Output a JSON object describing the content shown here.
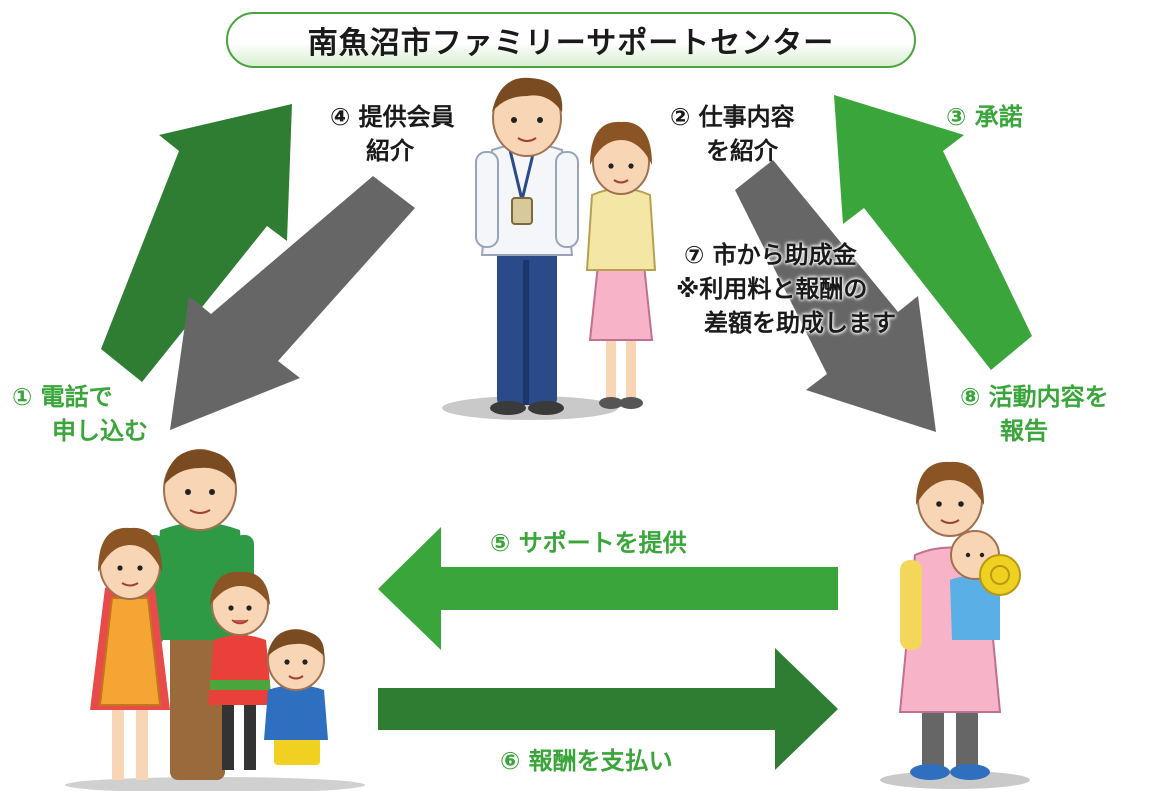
{
  "title": "南魚沼市ファミリーサポートセンター",
  "steps": {
    "s1": {
      "line1": "① 電話で",
      "line2": "申し込む"
    },
    "s2": {
      "line1": "② 仕事内容",
      "line2": "を紹介"
    },
    "s3": {
      "line1": "③ 承諾"
    },
    "s4": {
      "line1": "④ 提供会員",
      "line2": "紹介"
    },
    "s5": {
      "line1": "⑤ サポートを提供"
    },
    "s6": {
      "line1": "⑥ 報酬を支払い"
    },
    "s7": {
      "line1": "⑦ 市から助成金",
      "line2": "※利用料と報酬の",
      "line3": "差額を助成します"
    },
    "s8": {
      "line1": "⑧ 活動内容を",
      "line2": "報告"
    }
  },
  "colors": {
    "dark_green": "#2e7d32",
    "light_green": "#3aa53a",
    "gray": "#666666",
    "title_border": "#4aa33c"
  },
  "figures": {
    "center": "staff-icon",
    "left": "family-icon",
    "right": "provider-icon"
  }
}
